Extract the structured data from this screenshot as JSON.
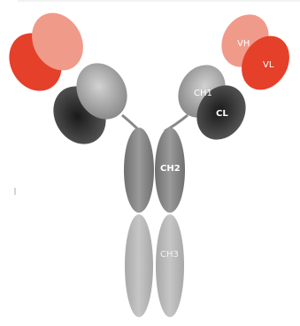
{
  "labels": {
    "vh": "VH",
    "vl": "VL",
    "ch1": "CH1",
    "cl": "CL",
    "ch2": "CH2",
    "ch3": "CH3"
  },
  "colors": {
    "heavy_variable": "#f09a8a",
    "light_variable": "#e5402a",
    "heavy_constant": "#a4a4a4",
    "light_constant": "#3a3a3a",
    "hinge_region": "#888888",
    "fc_lower": "#b8b8b8"
  }
}
